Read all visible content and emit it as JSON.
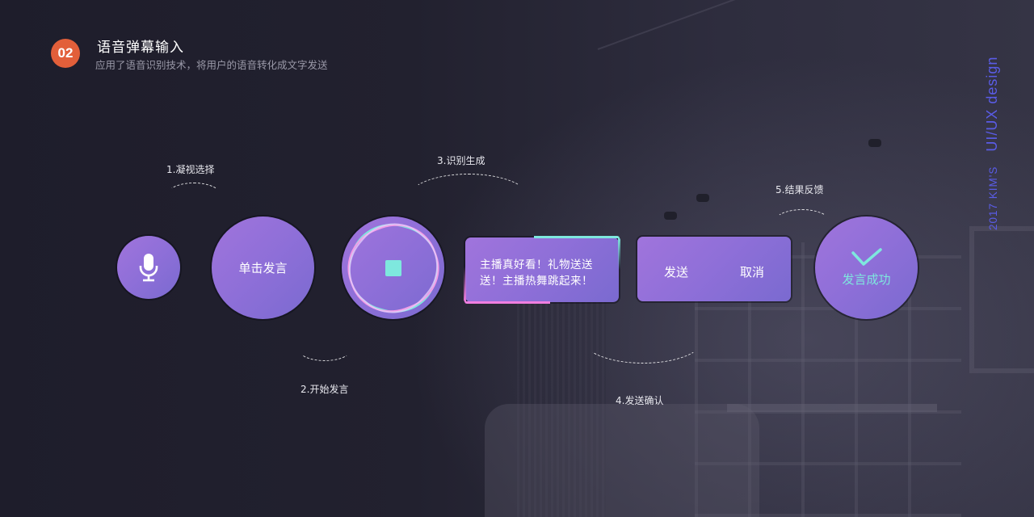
{
  "header": {
    "badge": "02",
    "title": "语音弹幕输入",
    "subtitle": "应用了语音识别技术，将用户的语音转化成文字发送"
  },
  "watermark": {
    "year_brand": "2017 KIM'S",
    "tagline": "UI/UX design"
  },
  "steps": [
    {
      "label": "1.凝视选择"
    },
    {
      "label": "2.开始发言"
    },
    {
      "label": "3.识别生成"
    },
    {
      "label": "4.发送确认"
    },
    {
      "label": "5.结果反馈"
    }
  ],
  "flow": {
    "mic_icon": "microphone-icon",
    "tap_button": "单击发言",
    "record_icon": "stop-icon",
    "result_text": "主播真好看！礼物送送送！主播热舞跳起来！",
    "confirm": {
      "send": "发送",
      "cancel": "取消"
    },
    "success": {
      "icon": "checkmark-icon",
      "label": "发言成功"
    }
  },
  "colors": {
    "background": "#1f1e2d",
    "badge": "#e25f3a",
    "purple_start": "#a074dc",
    "purple_end": "#7a6ad0",
    "cyan_accent": "#7ee8de",
    "pink_accent": "#f07ee0",
    "watermark": "#5a5ce6"
  }
}
